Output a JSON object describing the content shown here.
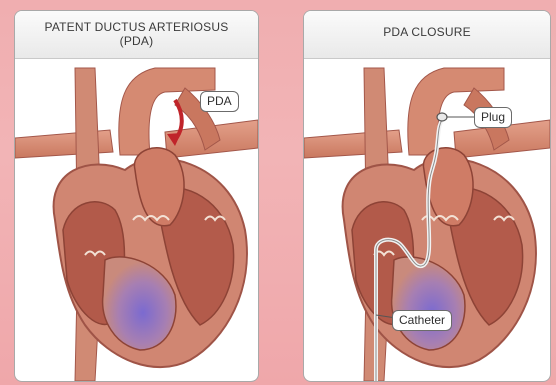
{
  "panels": [
    {
      "title_line1": "PATENT DUCTUS ARTERIOSUS",
      "title_line2": "(PDA)",
      "callout": "PDA"
    },
    {
      "title_line1": "PDA CLOSURE",
      "title_line2": "",
      "callouts": {
        "plug": "Plug",
        "catheter": "Catheter"
      }
    }
  ],
  "colors": {
    "background": "#f0aeb0",
    "vessel": "#d98c76",
    "vessel_dark": "#b8614e",
    "heart_wall": "#c97a66",
    "heart_inner": "#a84c3e",
    "ventricle_blue": "#8a6fbf",
    "arrow": "#c0242a",
    "catheter": "#e6e6e6"
  }
}
